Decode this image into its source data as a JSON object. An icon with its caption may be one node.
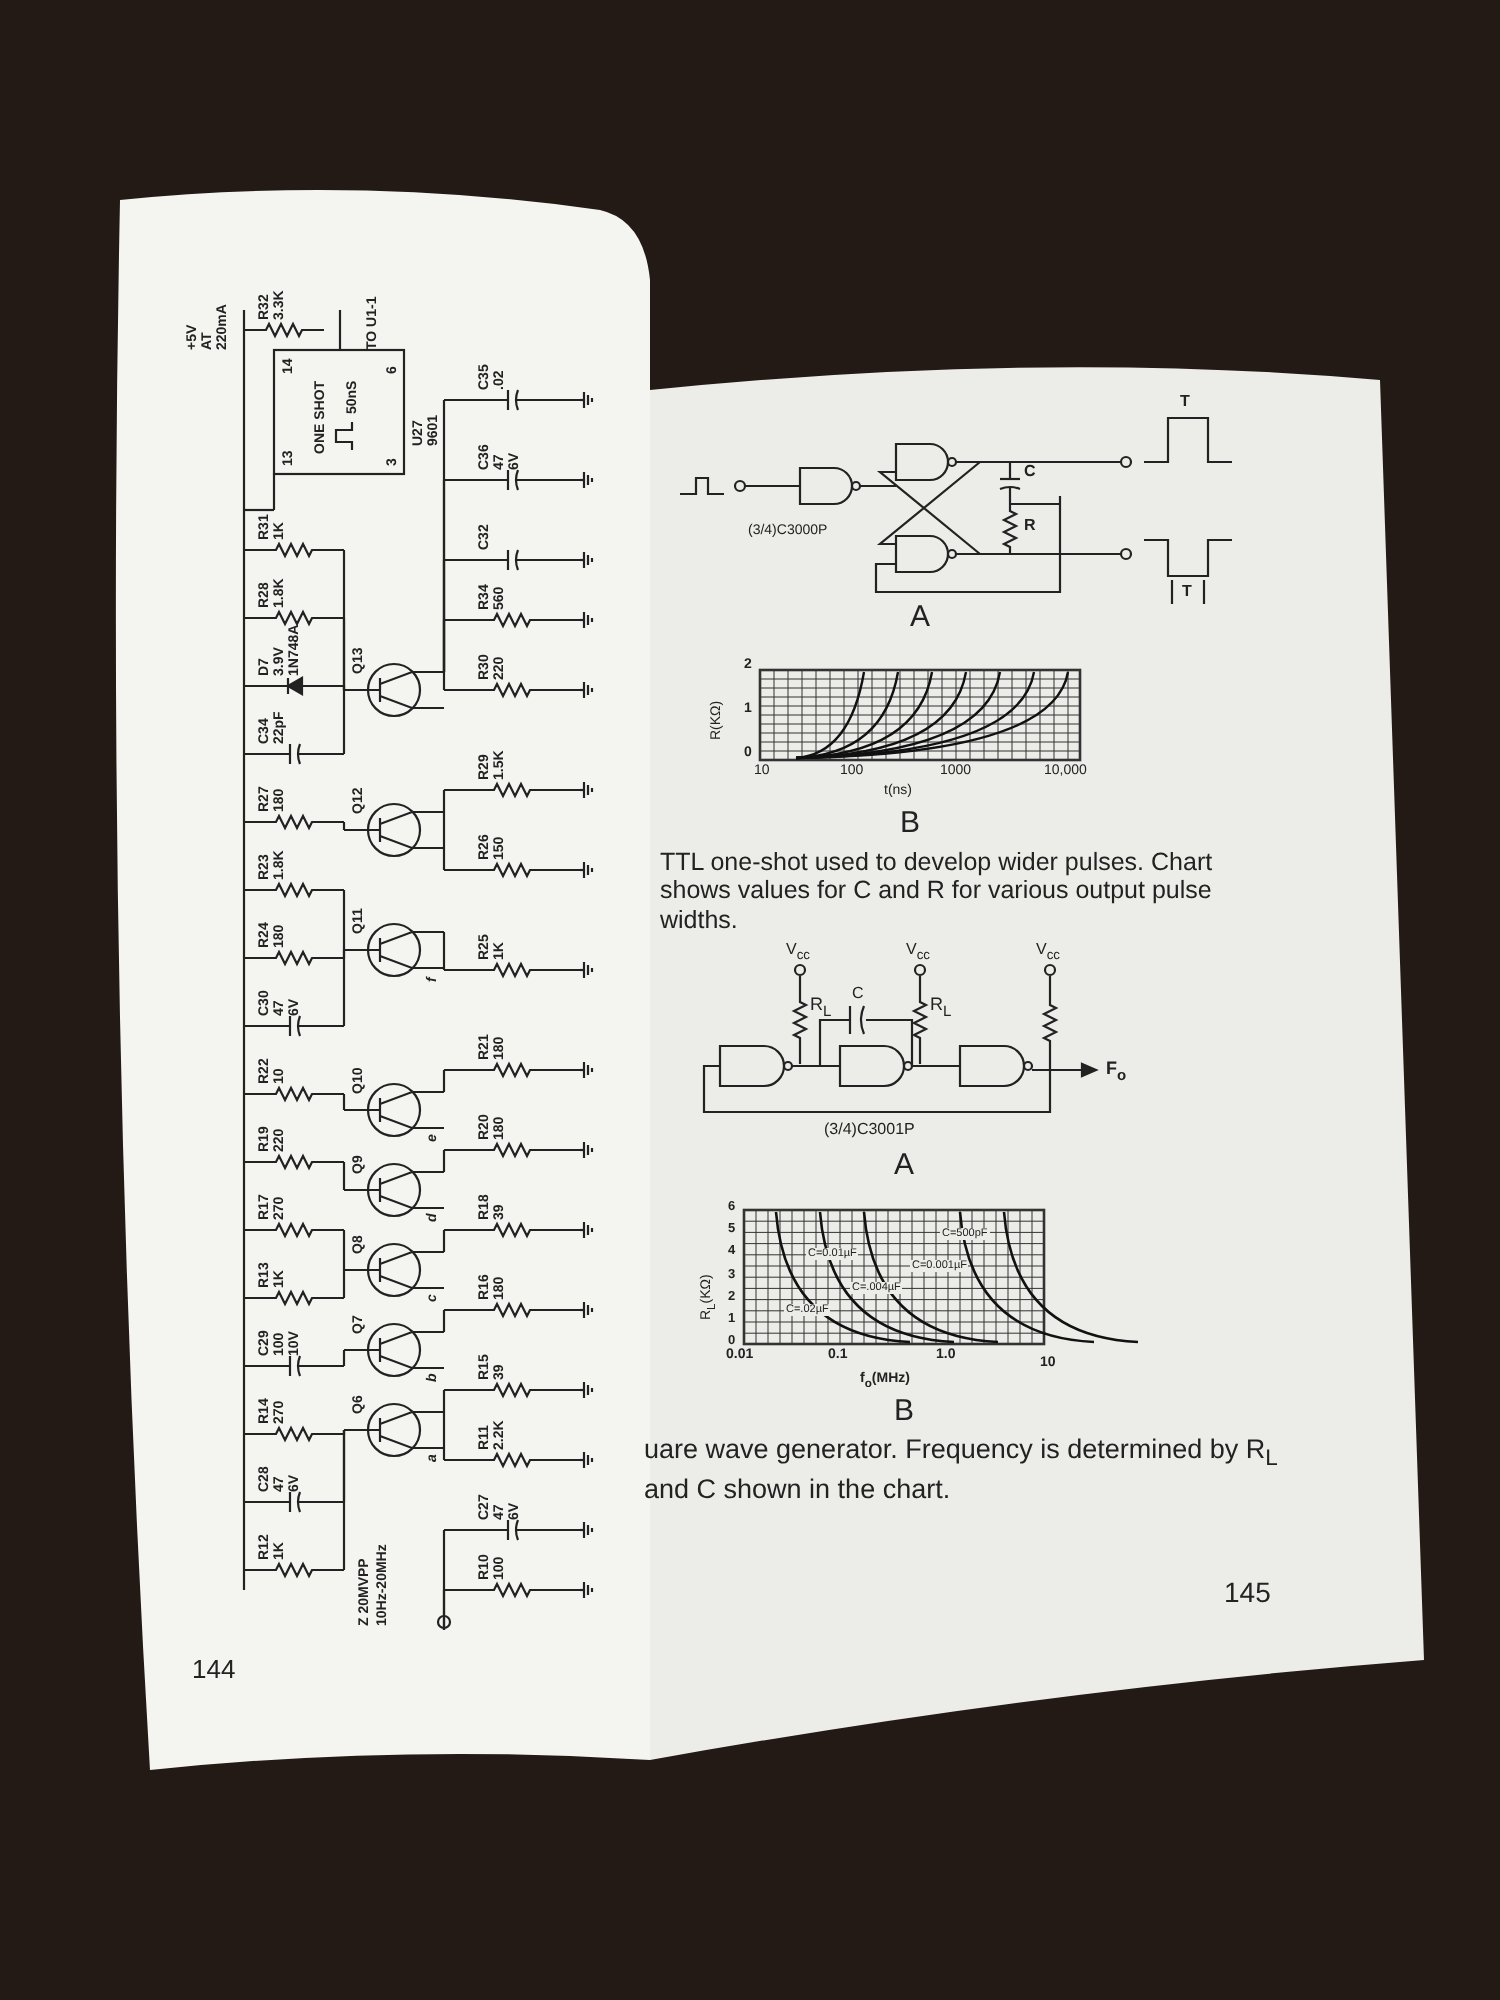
{
  "diagram": {
    "labels": [
      "Z 20MVPP",
      "10Hz-20MHz",
      "R10 100",
      "C27 47 6V",
      "R11 2.2K",
      "C28 47 6V",
      "R12 1K",
      "Q6",
      "R14 270",
      "R15 39",
      "Q7",
      "C29 100 10V",
      "R13 1K",
      "R16 180",
      "Q8",
      "R17 270",
      "R18 39",
      "Q9",
      "R19 220",
      "R20 180",
      "Q10",
      "R21 180",
      "R22 10",
      "C30 47 6V",
      "R23 1.8K",
      "R24 180",
      "Q11",
      "R25 1K",
      "R27 180",
      "R26 150",
      "Q12",
      "C34 22pF",
      "R29 1.5K",
      "D7 3.9V 1N748A",
      "R28 1.8K",
      "Q13",
      "R30 220",
      "R31 1K",
      "C35 .02",
      "C36 47 6V",
      "U27 9601",
      "ONE SHOT",
      "50nS",
      "R32 3.3K",
      "+5V AT 220mA",
      "TO U1-1",
      "R34 560",
      "C32",
      "a",
      "b",
      "c",
      "d",
      "e",
      "f",
      "13",
      "14",
      "3",
      "6",
      "144",
      "(3/4)C3000P",
      "C",
      "R",
      "T",
      "T",
      "A",
      "2",
      "1",
      "0",
      "R(KΩ)",
      "10",
      "100",
      "1000",
      "10,000",
      "t(ns)",
      "B",
      "TTL one-shot used to develop wider pulses. Chart shows values for C and R for various output pulse widths.",
      "V$_{cc}$",
      "V$_{cc}$",
      "V$_{cc}$",
      "R$_{L}$",
      "C",
      "R$_{L}$",
      "F$_{o}$",
      "(3/4)C3001P",
      "A",
      "6",
      "5",
      "4",
      "3",
      "2",
      "1",
      "0",
      "R$_{L}$(KΩ)",
      "0.01",
      "0.1",
      "1.0",
      "10",
      "f$_{o}$(MHz)",
      "C=0.01µF",
      "C=.004µF",
      "C=.02µF",
      "C=500pF",
      "C=0.001µF",
      "B",
      "uare wave generator. Frequency is determined by R$_{L}$ and C shown in the chart.",
      "145"
    ]
  }
}
